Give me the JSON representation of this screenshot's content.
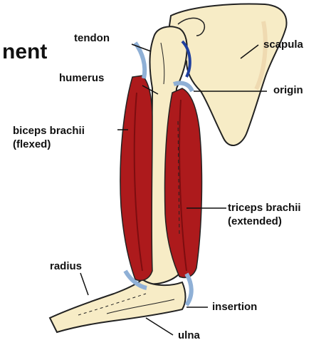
{
  "title_fragment": "nent",
  "labels": {
    "tendon": "tendon",
    "scapula": "scapula",
    "humerus": "humerus",
    "origin": "origin",
    "biceps_line1": "biceps brachii",
    "biceps_line2": "(flexed)",
    "triceps_line1": "triceps brachii",
    "triceps_line2": "(extended)",
    "radius": "radius",
    "insertion": "insertion",
    "ulna": "ulna"
  },
  "colors": {
    "bone": "#f7ecc6",
    "muscle": "#ad1a1c",
    "muscle_dark": "#7d0d10",
    "tendon": "#8fb0d6",
    "cartilage": "#1f3f9e",
    "outline": "#222222"
  }
}
